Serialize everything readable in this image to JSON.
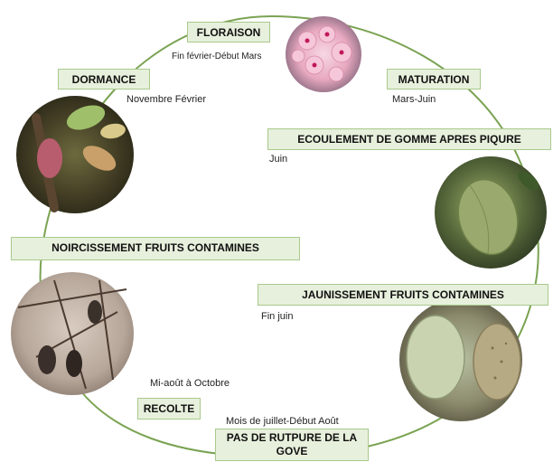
{
  "stages": {
    "floraison": {
      "label": "FLORAISON",
      "period": "Fin février-Début Mars"
    },
    "dormance": {
      "label": "DORMANCE",
      "period": "Novembre Février"
    },
    "maturation": {
      "label": "MATURATION",
      "period": "Mars-Juin"
    },
    "ecoulement": {
      "label": "ECOULEMENT DE GOMME APRES PIQURE",
      "period": "Juin"
    },
    "noircissement": {
      "label": "NOIRCISSEMENT FRUITS CONTAMINES"
    },
    "jaunissement": {
      "label": "JAUNISSEMENT FRUITS CONTAMINES",
      "period": "Fin juin"
    },
    "recolte": {
      "label": "RECOLTE",
      "period": "Mi-août à Octobre"
    },
    "rupture": {
      "label": "PAS DE RUTPURE DE LA GOVE",
      "period": "Mois de juillet-Début Août"
    }
  },
  "colors": {
    "cycle_line": "#7aa352",
    "label_bg": "#e7f0dc",
    "label_border": "#a9c98c"
  },
  "photos": [
    "blossom-photo",
    "bud-photo",
    "green-almond-photo",
    "black-fruit-photo",
    "yellow-fruit-photo"
  ]
}
